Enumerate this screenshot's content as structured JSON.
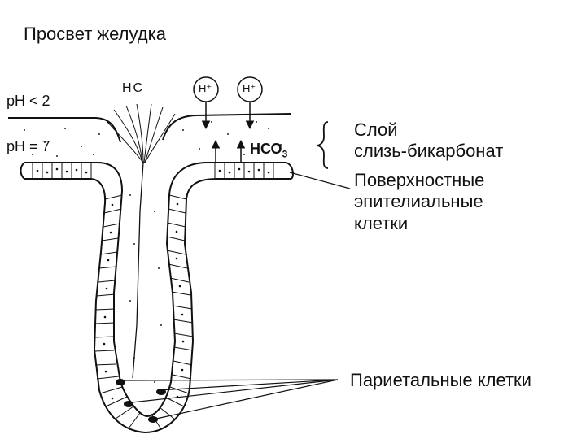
{
  "title": "Просвет желудка",
  "ph_low": "pH < 2",
  "ph_neutral": "pH = 7",
  "hc_label": "НС",
  "h_ion_left": "H⁺",
  "h_ion_right": "H⁺",
  "hco_label": "НСО",
  "hco_subscript": "3",
  "layer_label_line1": "Слой",
  "layer_label_line2": "слизь-бикарбонат",
  "surface_cells_line1": "Поверхностные",
  "surface_cells_line2": "эпителиальные",
  "surface_cells_line3": "клетки",
  "parietal_cells": "Париетальные клетки",
  "colors": {
    "ink": "#111111",
    "background": "#ffffff"
  }
}
